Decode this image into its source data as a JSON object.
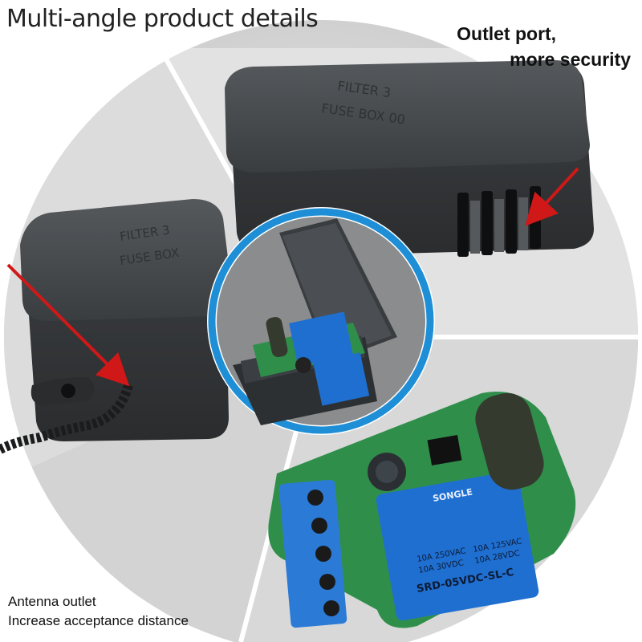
{
  "header": {
    "title": "Multi-angle product details"
  },
  "callouts": {
    "outlet_line1": "Outlet port,",
    "outlet_line2": "more security",
    "antenna_line1": "Antenna outlet",
    "antenna_line2": "Increase acceptance distance"
  },
  "relay_label": {
    "brand": "SONGLE",
    "rating1": "10A 250VAC",
    "rating2": "10A 30VDC",
    "rating3": "10A 125VAC",
    "rating4": "10A 28VDC",
    "model": "SRD-05VDC-SL-C"
  },
  "colors": {
    "ring_blue": "#1e8fd6",
    "arrow_red": "#d01818",
    "enclosure_gray": "#3c3f42",
    "pcb_green": "#2f8f4a",
    "relay_blue": "#1f6fd0",
    "backdrop_gray": "#c9c9c9"
  },
  "icons": [
    "red-arrow-icon",
    "relay-module-icon"
  ]
}
